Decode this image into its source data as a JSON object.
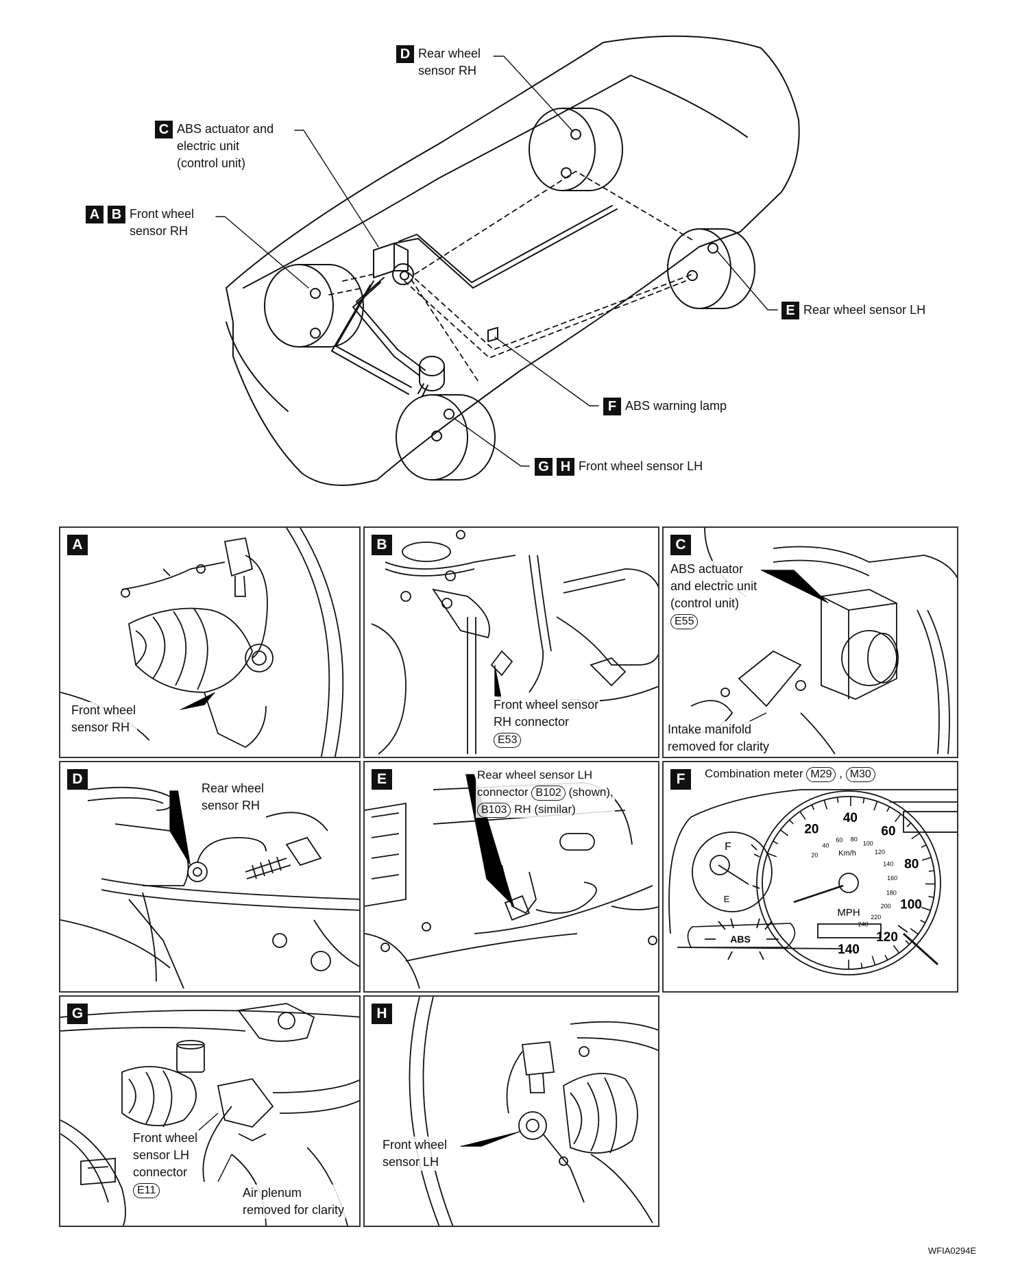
{
  "overview": {
    "labels": {
      "A": {
        "badges": [
          "A",
          "B"
        ],
        "lines": [
          "Front wheel",
          "sensor RH"
        ]
      },
      "C": {
        "badges": [
          "C"
        ],
        "lines": [
          "ABS actuator and",
          "electric unit",
          "(control unit)"
        ]
      },
      "D": {
        "badges": [
          "D"
        ],
        "lines": [
          "Rear wheel",
          "sensor RH"
        ]
      },
      "E": {
        "badges": [
          "E"
        ],
        "lines": [
          "Rear wheel sensor LH"
        ]
      },
      "F": {
        "badges": [
          "F"
        ],
        "lines": [
          "ABS warning lamp"
        ]
      },
      "G": {
        "badges": [
          "G",
          "H"
        ],
        "lines": [
          "Front wheel sensor LH"
        ]
      }
    }
  },
  "panels": {
    "A": {
      "letter": "A",
      "caption": [
        "Front wheel",
        "sensor RH"
      ]
    },
    "B": {
      "letter": "B",
      "caption": [
        "Front wheel sensor",
        "RH connector"
      ],
      "connector": "E53"
    },
    "C": {
      "letter": "C",
      "caption": [
        "ABS actuator",
        "and electric unit",
        "(control unit)"
      ],
      "connector": "E55",
      "note": [
        "Intake manifold",
        "removed for clarity"
      ]
    },
    "D": {
      "letter": "D",
      "caption": [
        "Rear wheel",
        "sensor RH"
      ]
    },
    "E": {
      "letter": "E",
      "caption_line1": "Rear wheel sensor LH",
      "caption_prefix2": "connector",
      "connector1": "B102",
      "caption_suffix2": "(shown),",
      "connector2": "B103",
      "caption_suffix3": "RH (similar)"
    },
    "F": {
      "letter": "F",
      "caption": "Combination meter",
      "connector1": "M29",
      "separator": ",",
      "connector2": "M30",
      "speed_major": [
        "20",
        "40",
        "60",
        "80",
        "100",
        "120",
        "140"
      ],
      "speed_minor": [
        "20",
        "40",
        "60",
        "80",
        "100",
        "120",
        "140",
        "160",
        "180",
        "200",
        "220",
        "240"
      ],
      "unit_kmh": "Km/h",
      "unit_mph": "MPH",
      "fuel_full": "F",
      "fuel_empty": "E",
      "warning": "ABS"
    },
    "G": {
      "letter": "G",
      "caption": [
        "Front wheel",
        "sensor LH",
        "connector"
      ],
      "connector": "E11",
      "note": [
        "Air plenum",
        "removed for clarity"
      ]
    },
    "H": {
      "letter": "H",
      "caption": [
        "Front wheel",
        "sensor LH"
      ]
    }
  },
  "figure_id": "WFIA0294E"
}
